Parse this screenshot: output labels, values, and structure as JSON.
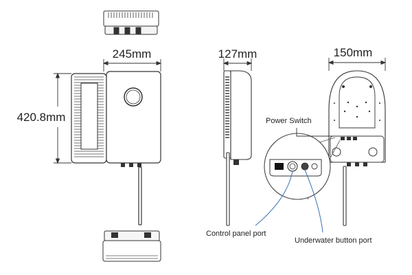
{
  "dimensions": {
    "width": "245mm",
    "height": "420.8mm",
    "side_depth": "127mm",
    "back_width": "150mm"
  },
  "labels": {
    "power_switch": "Power Switch",
    "control_panel_port": "Control panel port",
    "underwater_button_port": "Underwater button port"
  },
  "colors": {
    "line": "#333333",
    "callout": "#3a6fb5",
    "fill": "#ffffff",
    "dark": "#111111"
  }
}
